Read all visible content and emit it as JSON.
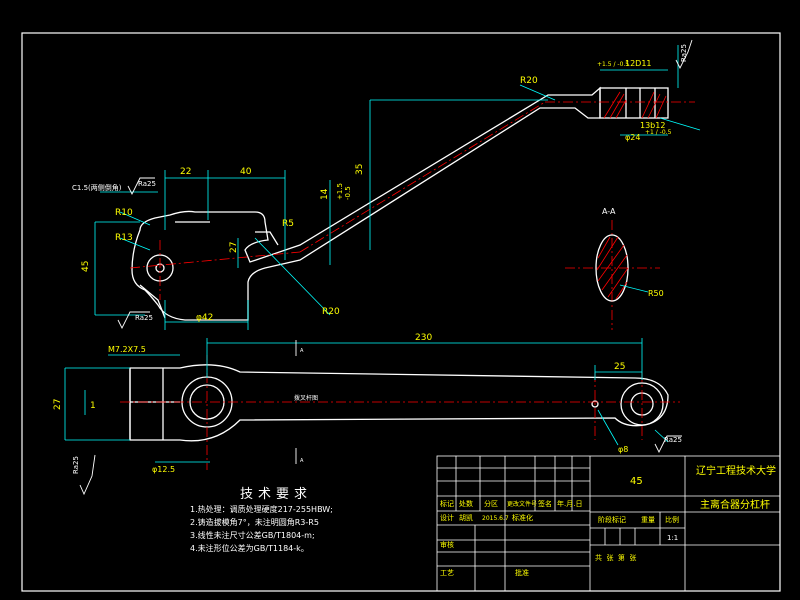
{
  "colors": {
    "background": "#000000",
    "outline": "#ffffff",
    "dimension": "#00ffff",
    "centerline": "#ff0000",
    "hatch": "#ff0000",
    "text_title": "#ffff00",
    "text_block": "#00ffff"
  },
  "dims_top_view": {
    "d22": "22",
    "d40": "40",
    "d35": "35",
    "d14": "14",
    "d14_tol_upper": "+1.5",
    "d14_tol_lower": "-0.5",
    "d45": "45",
    "d27": "27",
    "d42": "φ42",
    "r10": "R10",
    "r13": "R13",
    "r20_left": "R20",
    "r20_top": "R20",
    "r5": "R5",
    "chamfer": "C1.5(两侧倒角)",
    "ra_left_top": "Ra25",
    "ra_left_bottom": "Ra25",
    "ra_top_right": "Ra25",
    "fork_top": "12D11",
    "fork_tol": "+1.5 / -0.5",
    "fork_d24": "φ24",
    "fork_tol2": "+1 / -0.5",
    "fork_13": "13b12"
  },
  "dims_front_view": {
    "d230": "230",
    "d25": "25",
    "m_thread": "M7.2X7.5",
    "d27": "27",
    "d1": "1",
    "d12": "φ12.5",
    "d8": "φ8",
    "ra_bottom_left": "Ra25",
    "ra_bottom_right": "Ra25",
    "center_label": "拨叉杆图",
    "section_mark_top": "A",
    "section_mark_bottom": "A"
  },
  "section_view": {
    "label": "A-A",
    "radius": "R50"
  },
  "tech_req": {
    "title": "技术要求",
    "items": [
      "1.热处理：调质处理硬度217-255HBW;",
      "2.铸造拔模角7°，未注明圆角R3-R5",
      "3.线性未注尺寸公差GB/T1804-m;",
      "4.未注形位公差为GB/T1184-k。"
    ]
  },
  "title_block": {
    "university": "辽宁工程技术大学",
    "part_name": "主离合器分杠杆",
    "material": "45",
    "row_labels": [
      "标记",
      "处数",
      "分区",
      "更改文件号",
      "签名",
      "年.月.日"
    ],
    "row2_labels": [
      "设计",
      "胡凯",
      "2015.6.7",
      "标准化"
    ],
    "stage_label": "阶段标记",
    "weight_label": "重量",
    "scale_label": "比例",
    "scale_value": "1:1",
    "review_label": "审核",
    "process_label": "工艺",
    "approve_label": "批准",
    "sheet_text": "共  张  第  张"
  }
}
